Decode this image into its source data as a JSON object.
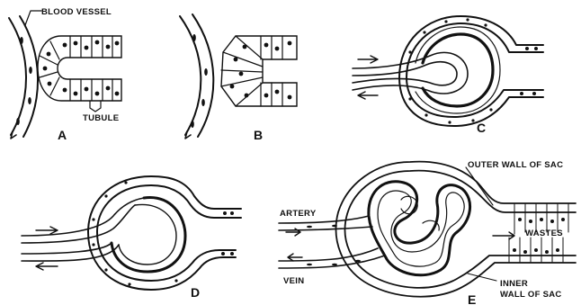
{
  "labels": {
    "blood_vessel": "BLOOD VESSEL",
    "tubule": "TUBULE",
    "outer_wall": "OUTER WALL OF SAC",
    "artery": "ARTERY",
    "wastes": "WASTES",
    "vein": "VEIN",
    "inner_wall_1": "INNER",
    "inner_wall_2": "WALL OF SAC"
  },
  "panels": [
    "A",
    "B",
    "C",
    "D",
    "E"
  ]
}
